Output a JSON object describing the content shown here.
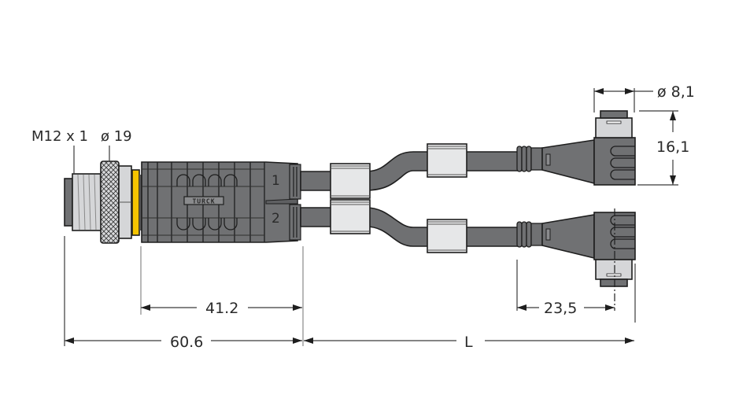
{
  "drawing": {
    "type": "technical-dimension-drawing",
    "subject": "Y-splitter cable, M12 male connector to two right-angle female connectors",
    "brand_mark": "TURCK",
    "channel_labels": [
      "1",
      "2"
    ],
    "colors": {
      "body": "#707173",
      "cable": "#6f7072",
      "sleeve": "#e6e7e8",
      "thread": "#d5d6d8",
      "seal_ring": "#f5c400",
      "outline": "#1e1e1e",
      "extension_line": "#9a9a9a"
    }
  },
  "labels": {
    "thread_size": "M12 x 1",
    "nut_diameter": "ø 19",
    "head_diameter": "ø 8,1",
    "head_height": "16,1",
    "body_length": "41.2",
    "total_connector_length": "60.6",
    "cable_length": "L",
    "head_offset": "23,5"
  }
}
